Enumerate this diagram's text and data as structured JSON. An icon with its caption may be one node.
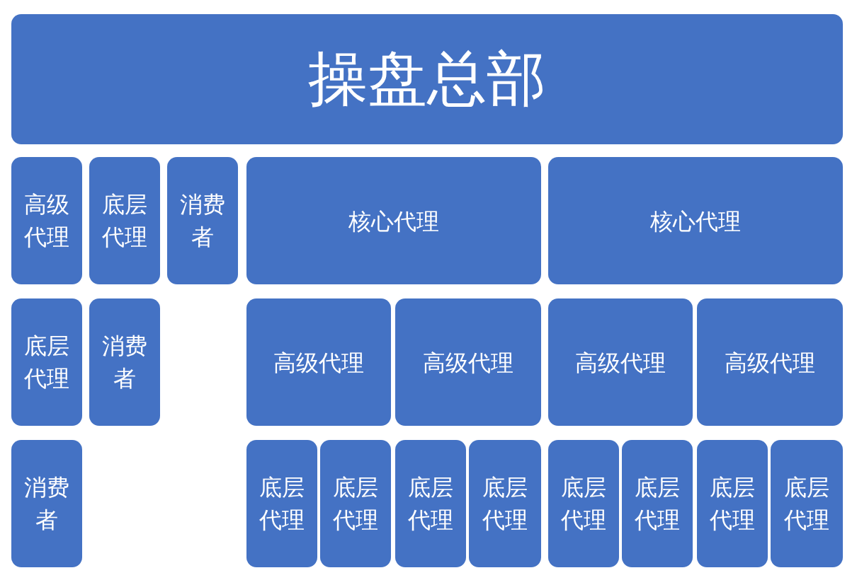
{
  "diagram": {
    "nodes": [
      {
        "text": [
          "操盘总部"
        ]
      },
      {
        "text": [
          "高级代理"
        ]
      },
      {
        "text": [
          "底层代理"
        ]
      },
      {
        "text": [
          "消费者"
        ]
      },
      {
        "text": [
          "核心代理"
        ]
      },
      {
        "text": [
          "核心代理"
        ]
      },
      {
        "text": [
          "底层代理"
        ]
      },
      {
        "text": [
          "消费者"
        ]
      },
      {
        "text": [
          "高级代理"
        ]
      },
      {
        "text": [
          "高级代理"
        ]
      },
      {
        "text": [
          "高级代理"
        ]
      },
      {
        "text": [
          "高级代理"
        ]
      },
      {
        "text": [
          "消费者"
        ]
      },
      {
        "text": [
          "底层代理"
        ]
      },
      {
        "text": [
          "底层代理"
        ]
      },
      {
        "text": [
          "底层代理"
        ]
      },
      {
        "text": [
          "底层代理"
        ]
      },
      {
        "text": [
          "底层代理"
        ]
      },
      {
        "text": [
          "底层代理"
        ]
      },
      {
        "text": [
          "底层代理"
        ]
      },
      {
        "text": [
          "底层代理"
        ]
      }
    ]
  }
}
